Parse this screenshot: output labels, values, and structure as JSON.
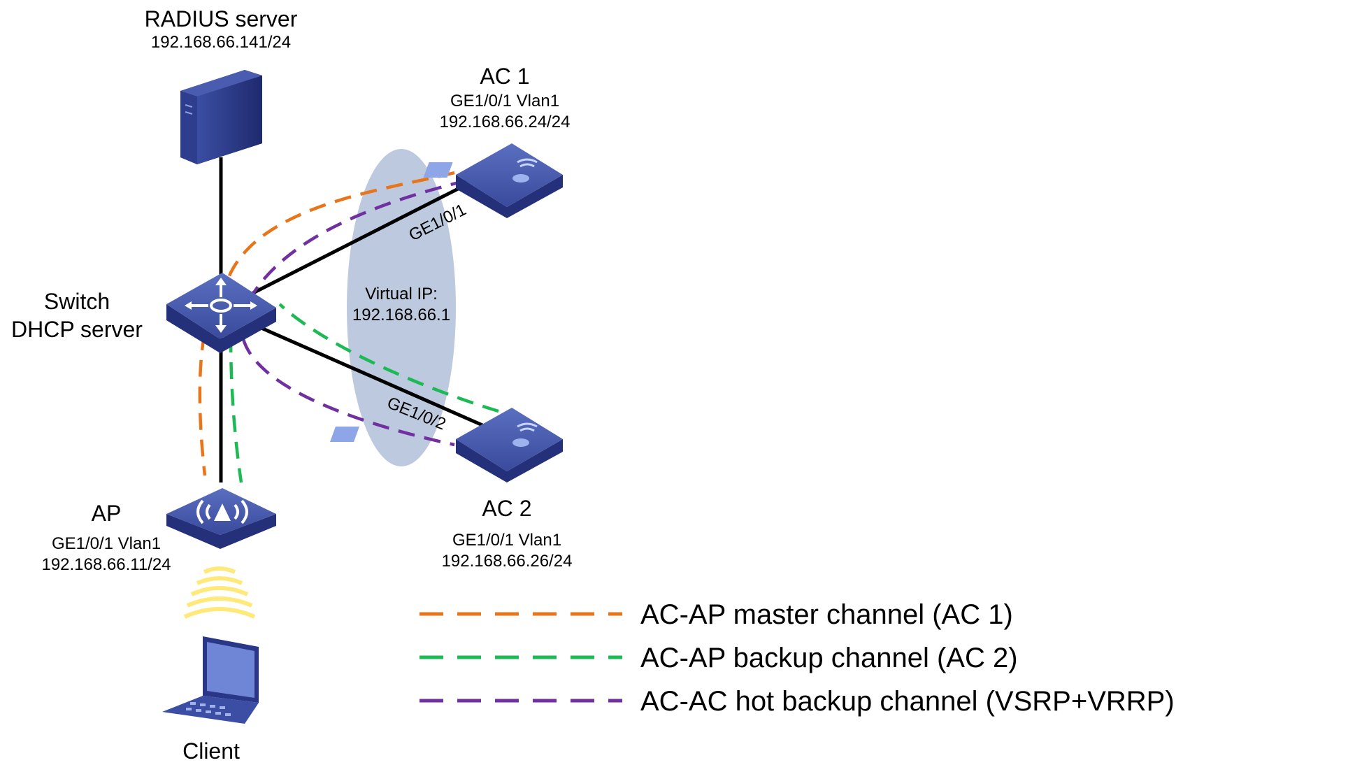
{
  "nodes": {
    "radius": {
      "name": "RADIUS server",
      "ip": "192.168.66.141/24",
      "icon": "server-icon"
    },
    "ac1": {
      "name": "AC 1",
      "iface": "GE1/0/1 Vlan1",
      "ip": "192.168.66.24/24",
      "icon": "access-controller-icon"
    },
    "ac2": {
      "name": "AC 2",
      "iface": "GE1/0/1 Vlan1",
      "ip": "192.168.66.26/24",
      "icon": "access-controller-icon"
    },
    "switch": {
      "name_line1": "Switch",
      "name_line2": "DHCP server",
      "icon": "switch-icon"
    },
    "ap": {
      "name": "AP",
      "iface": "GE1/0/1 Vlan1",
      "ip": "192.168.66.11/24",
      "icon": "access-point-icon"
    },
    "client": {
      "name": "Client",
      "icon": "laptop-icon"
    }
  },
  "links": {
    "switch_ac1_port": "GE1/0/1",
    "switch_ac2_port": "GE1/0/2"
  },
  "virtual_ip": {
    "line1": "Virtual IP:",
    "line2": "192.168.66.1"
  },
  "legend": [
    {
      "label": "AC-AP master channel (AC 1)",
      "color": "#e8751a"
    },
    {
      "label": "AC-AP backup channel (AC 2)",
      "color": "#1db954"
    },
    {
      "label": "AC-AC hot backup channel (VSRP+VRRP)",
      "color": "#7030a0"
    }
  ]
}
